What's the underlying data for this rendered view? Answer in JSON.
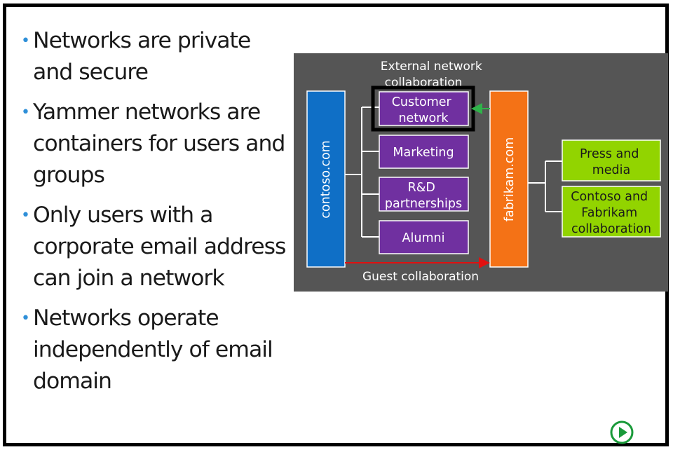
{
  "slide": {
    "bullets": [
      "Networks are private and secure",
      "Yammer networks are containers for users and groups",
      "Only users with a corporate email address can join a network",
      "Networks operate independently of email domain"
    ]
  },
  "diagram": {
    "external_label": [
      "External network",
      "collaboration"
    ],
    "guest_label": "Guest collaboration",
    "left_domain": "contoso.com",
    "right_domain": "fabrikam.com",
    "external_networks": [
      [
        "Customer",
        "network"
      ],
      [
        "Marketing"
      ],
      [
        "R&D",
        "partnerships"
      ],
      [
        "Alumni"
      ]
    ],
    "fabrikam_networks": [
      [
        "Press and",
        "media"
      ],
      [
        "Contoso and",
        "Fabrikam",
        "collaboration"
      ]
    ],
    "colors": {
      "panel": "#555555",
      "contoso": "#0f6fc6",
      "fabrikam": "#f47216",
      "purple": "#7030a0",
      "lime": "#92d400",
      "guest_arrow": "#e01010",
      "green_arrow": "#2fb34a",
      "play": "#1a9a3a"
    }
  }
}
